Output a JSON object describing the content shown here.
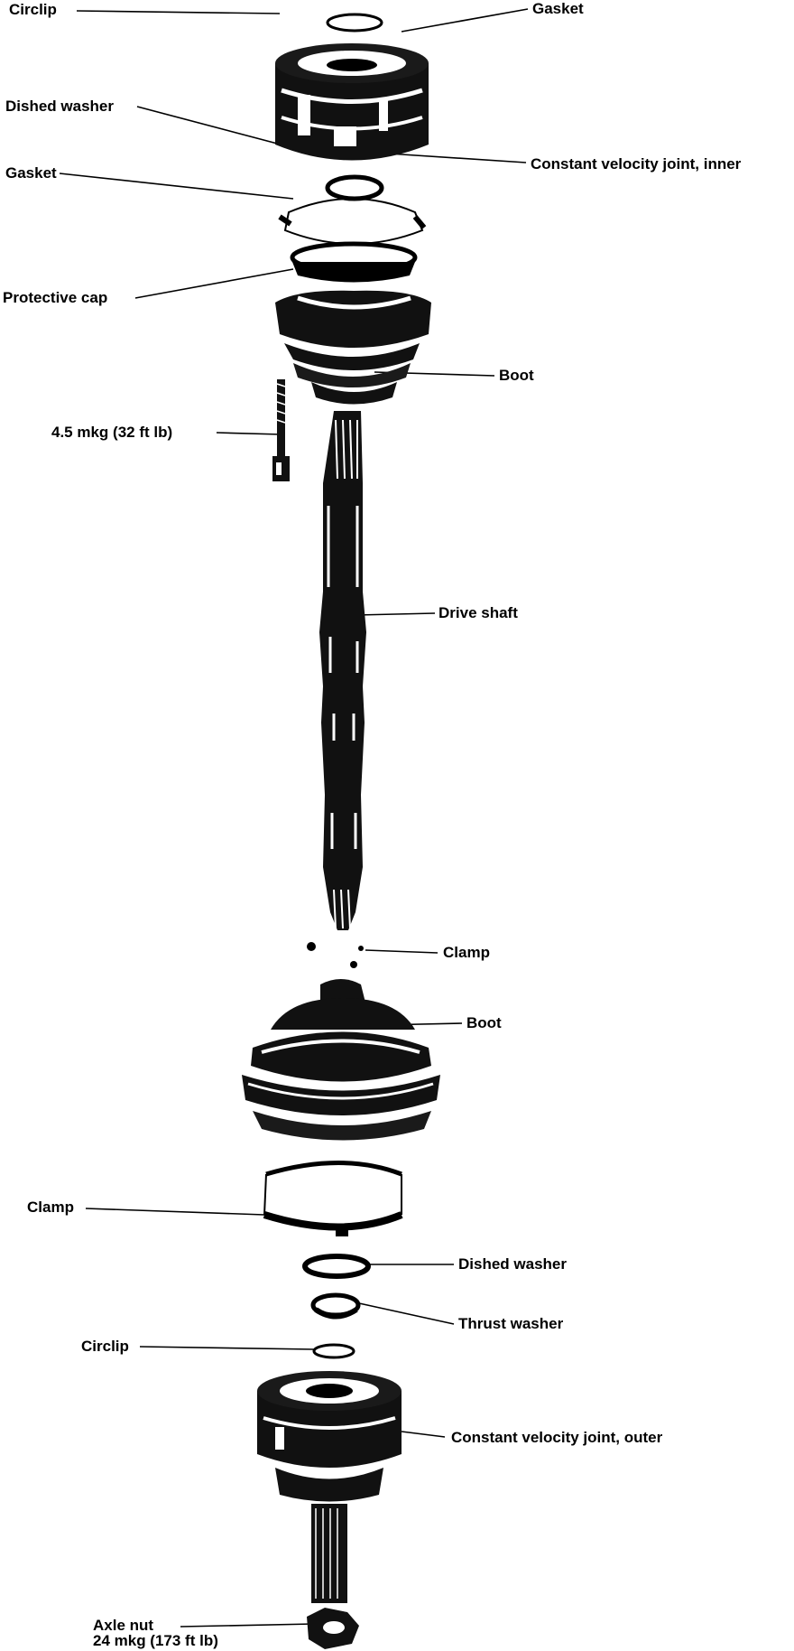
{
  "labels": {
    "circlip_top": "Circlip",
    "gasket_top": "Gasket",
    "dished_washer_top": "Dished washer",
    "cv_joint_inner": "Constant velocity joint, inner",
    "gasket_mid": "Gasket",
    "protective_cap": "Protective cap",
    "boot_upper": "Boot",
    "bolt_torque": "4.5 mkg (32 ft lb)",
    "drive_shaft": "Drive shaft",
    "clamp_small": "Clamp",
    "boot_lower": "Boot",
    "clamp_large": "Clamp",
    "dished_washer_bottom": "Dished washer",
    "thrust_washer": "Thrust washer",
    "circlip_bottom": "Circlip",
    "cv_joint_outer": "Constant velocity joint, outer",
    "axle_nut": "Axle nut",
    "axle_nut_torque": "24 mkg (173 ft lb)"
  }
}
